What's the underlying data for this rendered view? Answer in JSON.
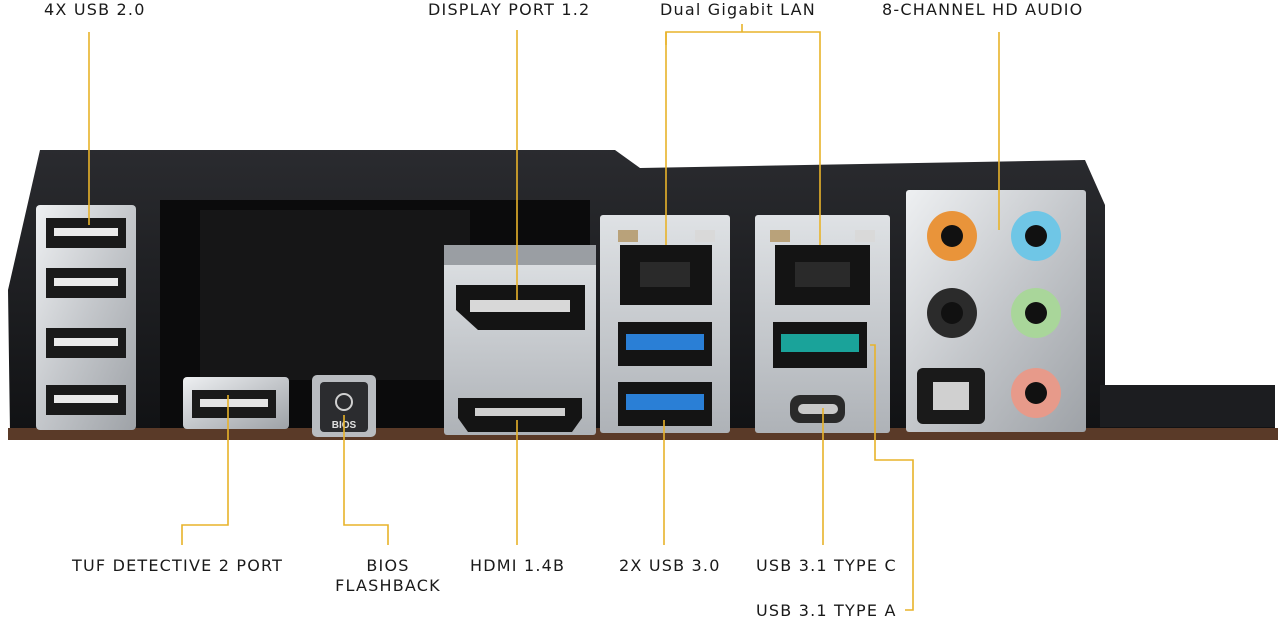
{
  "labels": {
    "usb20": "4X USB 2.0",
    "displayport": "DISPLAY PORT 1.2",
    "lan": "Dual Gigabit LAN",
    "audio": "8-CHANNEL HD AUDIO",
    "tuf_detective": "TUF DETECTIVE 2 PORT",
    "bios_flashback_line1": "BIOS",
    "bios_flashback_line2": "FLASHBACK",
    "hdmi": "HDMI 1.4B",
    "usb30": "2X USB 3.0",
    "usb31c": "USB 3.1 TYPE C",
    "usb31a": "USB 3.1 TYPE A"
  },
  "button_text": {
    "bios": "BIOS"
  },
  "colors": {
    "leader_line": "#e8b32a",
    "panel": "#1b1c1f",
    "shield": "#cfd1d4",
    "usb3_blue": "#2a7fd6",
    "usb31_teal": "#1aa39a",
    "audio_orange": "#e9943a",
    "audio_blue": "#6fc6e6",
    "audio_green": "#a9d69a",
    "audio_pink": "#e79a8a",
    "pcb": "#5a3a28"
  }
}
